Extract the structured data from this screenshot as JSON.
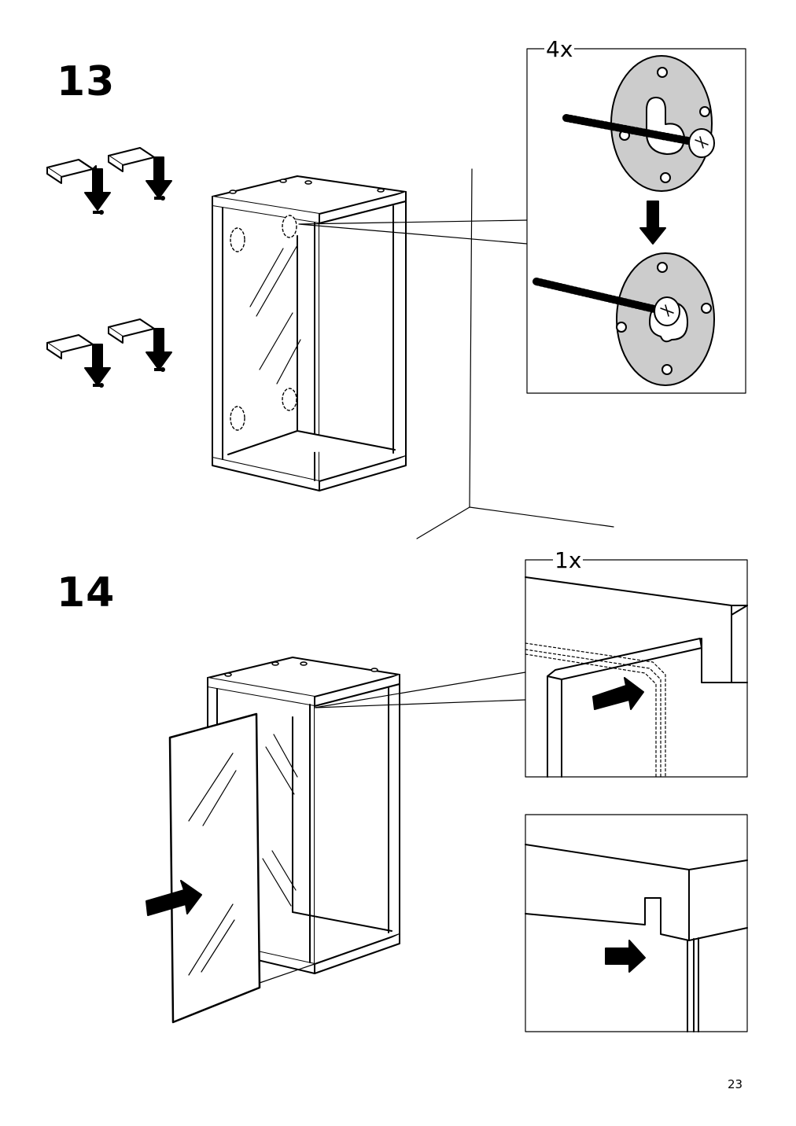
{
  "steps": [
    {
      "number": "13",
      "quantity": "4x"
    },
    {
      "number": "14",
      "quantity": "1x"
    }
  ],
  "page_number": "23",
  "icons": [
    "wall-mount-fitting-icon",
    "hand-gesture-icon",
    "screw-icon",
    "arrow-icon",
    "glass-door-icon"
  ]
}
